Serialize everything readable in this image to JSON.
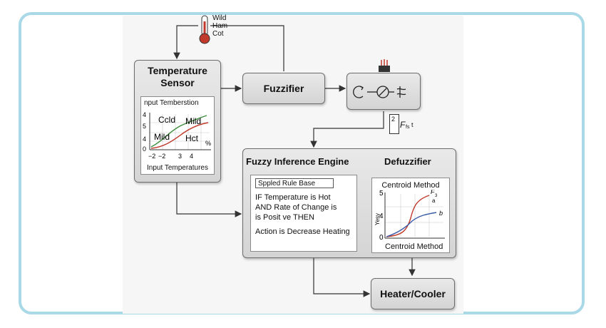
{
  "thermometer_labels": [
    "Wild",
    "Ham",
    "Cot"
  ],
  "temperature_sensor": {
    "title_line1": "Temperature",
    "title_line2": "Sensor",
    "chart": {
      "title": "nput Temberstion",
      "y_ticks": [
        "4",
        "5",
        "4",
        "0"
      ],
      "x_ticks": [
        "−2",
        "−2",
        "3",
        "4"
      ],
      "labels": [
        "Ccld",
        "Mild",
        "Mild",
        "Hct",
        "%"
      ],
      "footer": "Input Temperatures"
    }
  },
  "fuzzifier": {
    "label": "Fuzzifier"
  },
  "controller_icon": {
    "symbols": [
      "F",
      "fs",
      "t",
      "2"
    ]
  },
  "inference_engine": {
    "title": "Fuzzy Inference Engine",
    "rule_base_title": "Sppled Rule Base",
    "rule_lines": [
      "IF Temperature is Hot",
      "AND Rate of Change is",
      "is Posit ve THEN",
      "Action is Decrease Heating"
    ]
  },
  "defuzzifier": {
    "title": "Defuzzifier",
    "chart": {
      "title": "Centroid Method",
      "y_label": "Yesy",
      "y_ticks": [
        "5",
        "4",
        "0"
      ],
      "curve_labels": [
        "F",
        "3",
        "b",
        "a"
      ],
      "footer": "Centroid Method"
    }
  },
  "heater_cooler": {
    "label": "Heater/Cooler"
  },
  "colors": {
    "frame": "#a9d8e6",
    "box_fill": "#dcdcdc",
    "red_curve": "#c0392b",
    "blue_curve": "#3a5ba8",
    "green_curve": "#3a8c3a"
  }
}
